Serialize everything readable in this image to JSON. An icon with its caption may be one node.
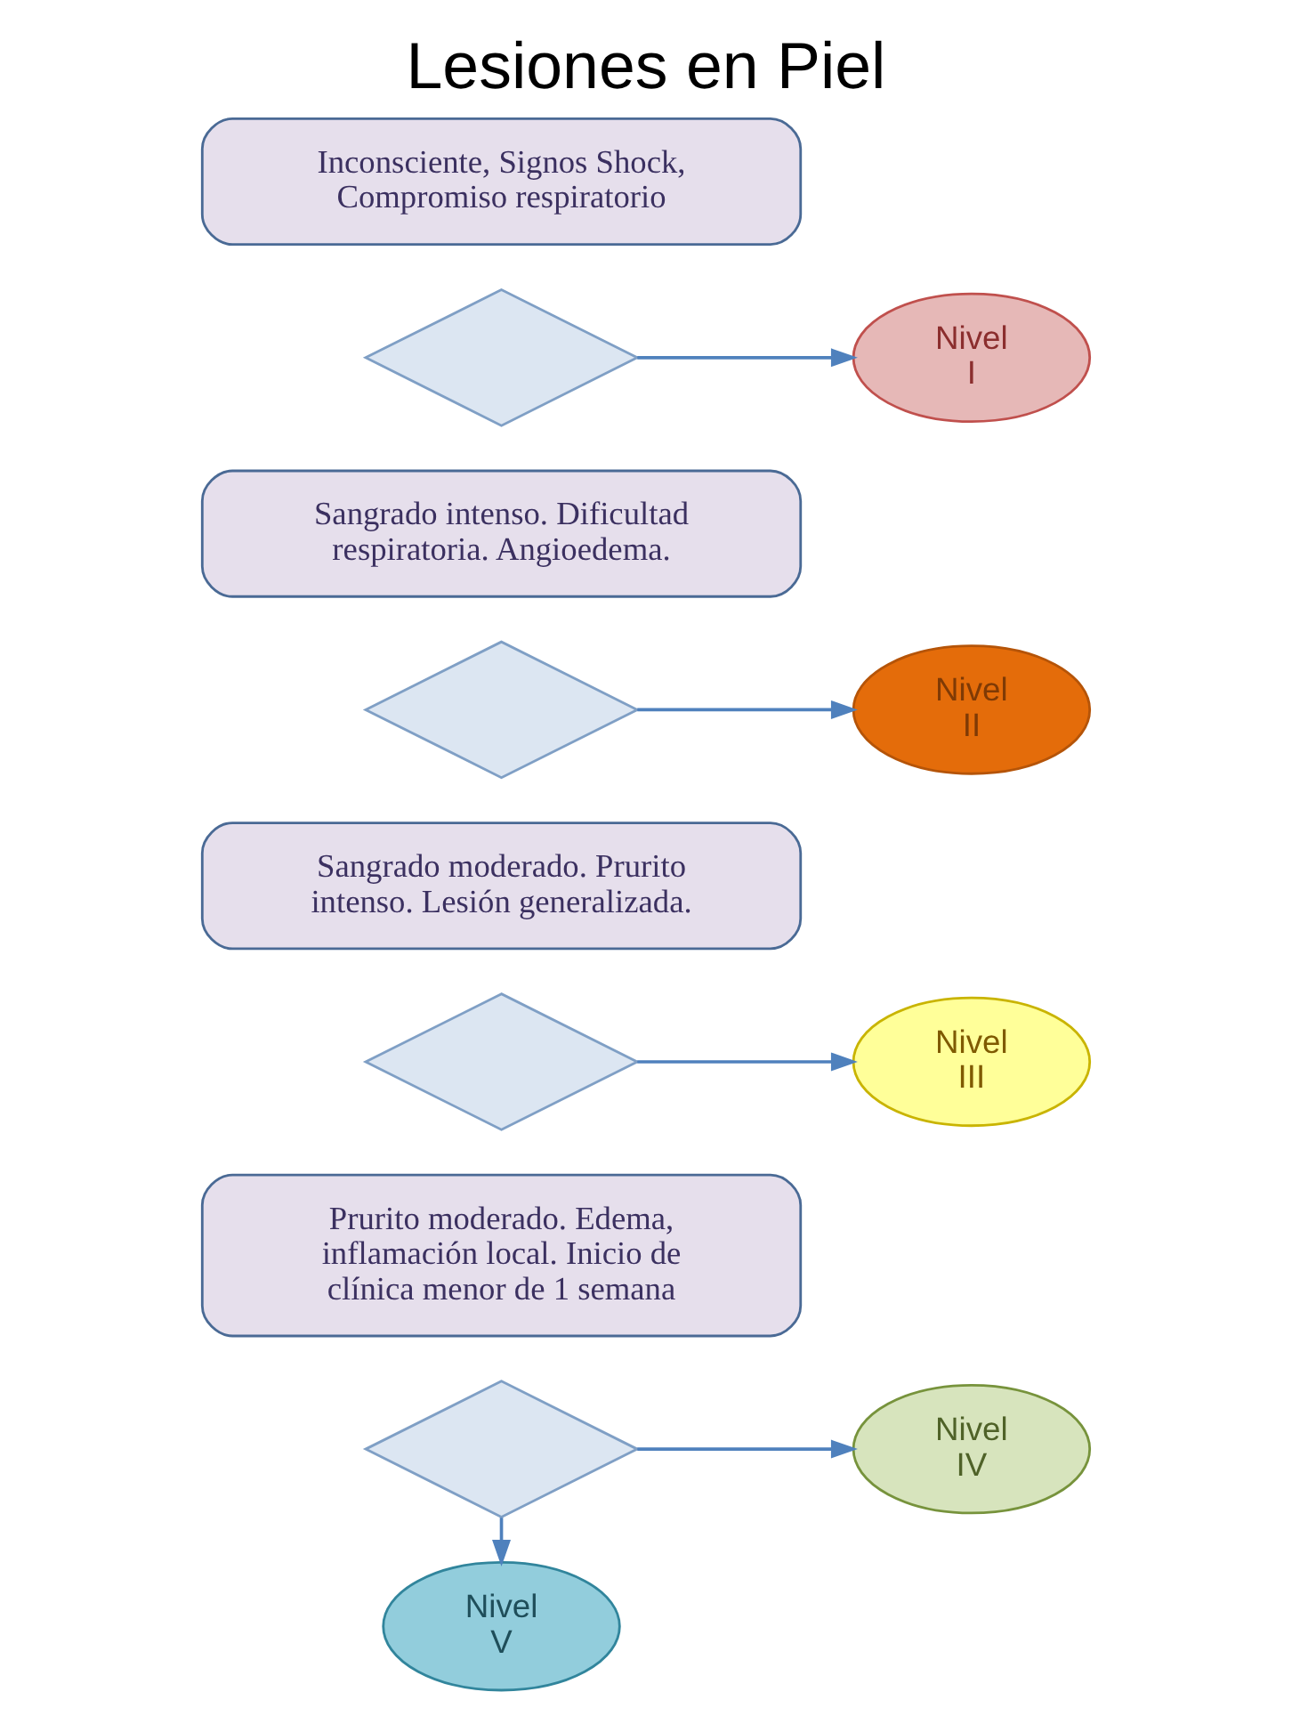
{
  "diagram": {
    "title": "Lesiones en Piel",
    "nodes": [
      {
        "text": [
          "Inconsciente, Signos Shock, Compromiso respiratorio"
        ]
      },
      {
        "text": [],
        "shape": "diamond"
      },
      {
        "text": [
          "Nivel I"
        ]
      },
      {
        "text": [
          "Sangrado intenso. Dificultad respiratoria. Angioedema."
        ]
      },
      {
        "text": [],
        "shape": "diamond"
      },
      {
        "text": [
          "Nivel II"
        ]
      },
      {
        "text": [
          "Sangrado moderado. Prurito intenso. Lesión generalizada."
        ]
      },
      {
        "text": [],
        "shape": "diamond"
      },
      {
        "text": [
          "Nivel III"
        ]
      },
      {
        "text": [
          "Prurito moderado. Edema, inflamación local. Inicio de clínica menor de 1 semana"
        ]
      },
      {
        "text": [],
        "shape": "diamond"
      },
      {
        "text": [
          "Nivel IV"
        ]
      },
      {
        "text": [
          "Nivel V"
        ]
      }
    ],
    "edges": [
      {
        "from": 1,
        "to": 2,
        "arrow": "to"
      },
      {
        "from": 4,
        "to": 5,
        "arrow": "to"
      },
      {
        "from": 7,
        "to": 8,
        "arrow": "to"
      },
      {
        "from": 10,
        "to": 11,
        "arrow": "to"
      },
      {
        "from": 10,
        "to": 12,
        "arrow": "to"
      }
    ]
  }
}
